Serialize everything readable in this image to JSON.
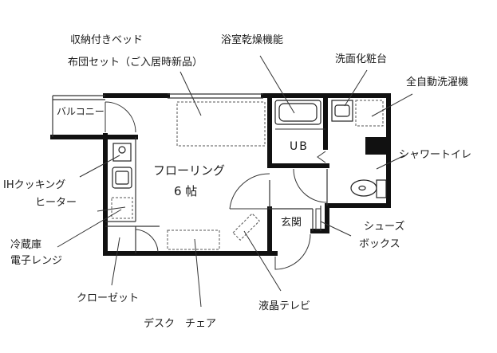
{
  "labels": {
    "bed_line1": "収納付きベッド",
    "bed_line2": "布団セット（ご入居時新品）",
    "bath_dryer": "浴室乾燥機能",
    "vanity": "洗面化粧台",
    "washer": "全自動洗濯機",
    "balcony": "バルコニー",
    "ub": "UB",
    "shower_toilet": "シャワートイレ",
    "ih_line1": "IHクッキング",
    "ih_line2": "ヒーター",
    "flooring": "フローリング",
    "size": "6 帖",
    "entrance": "玄関",
    "shoebox_line1": "シューズ",
    "shoebox_line2": "ボックス",
    "fridge_line1": "冷蔵庫",
    "fridge_line2": "電子レンジ",
    "closet": "クローゼット",
    "lcd_tv": "液晶テレビ",
    "desk_chair": "デスク　チェア"
  },
  "colors": {
    "wall": "#111111",
    "line": "#333333",
    "text": "#1a1a1a",
    "background": "#ffffff"
  }
}
